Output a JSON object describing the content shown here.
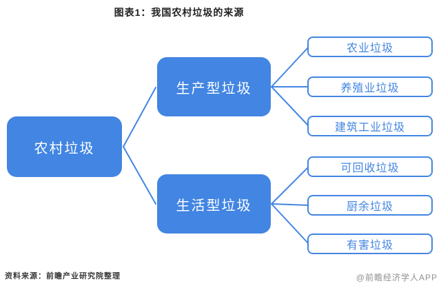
{
  "title": "图表1：我国农村垃圾的来源",
  "colors": {
    "accent": "#4285e2",
    "title_text": "#1f1f1f",
    "source_text": "#3a3a3a",
    "watermark_text": "#8f8f8f"
  },
  "diagram": {
    "root": {
      "label": "农村垃圾"
    },
    "branches": [
      {
        "label": "生产型垃圾",
        "children": [
          {
            "label": "农业垃圾"
          },
          {
            "label": "养殖业垃圾"
          },
          {
            "label": "建筑工业垃圾"
          }
        ]
      },
      {
        "label": "生活型垃圾",
        "children": [
          {
            "label": "可回收垃圾"
          },
          {
            "label": "厨余垃圾"
          },
          {
            "label": "有害垃圾"
          }
        ]
      }
    ]
  },
  "footer": {
    "source": "资料来源：前瞻产业研究院整理",
    "watermark": "@前瞻经济学人APP"
  }
}
